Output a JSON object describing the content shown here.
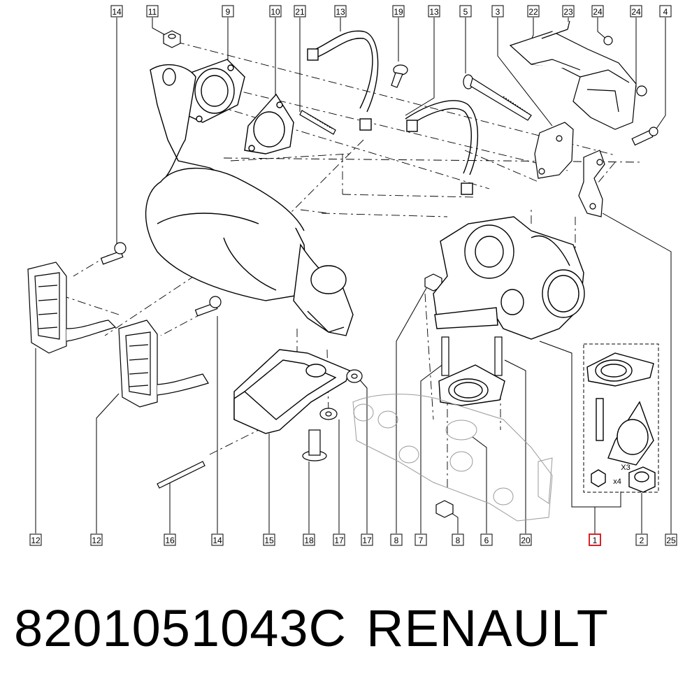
{
  "part_number": "8201051043C",
  "brand": "RENAULT",
  "highlight_color": "#d9222a",
  "line_color": "#000000",
  "callouts_top": [
    "14",
    "11",
    "9",
    "10",
    "21",
    "13",
    "19",
    "13",
    "5",
    "3",
    "22",
    "23",
    "24",
    "24",
    "4"
  ],
  "callouts_bottom": [
    "12",
    "12",
    "16",
    "14",
    "15",
    "18",
    "17",
    "17",
    "8",
    "7",
    "8",
    "6",
    "20",
    "1",
    "2",
    "25"
  ],
  "selected_callout": "1",
  "kit_labels": {
    "x3": "X3",
    "x4": "x4"
  }
}
